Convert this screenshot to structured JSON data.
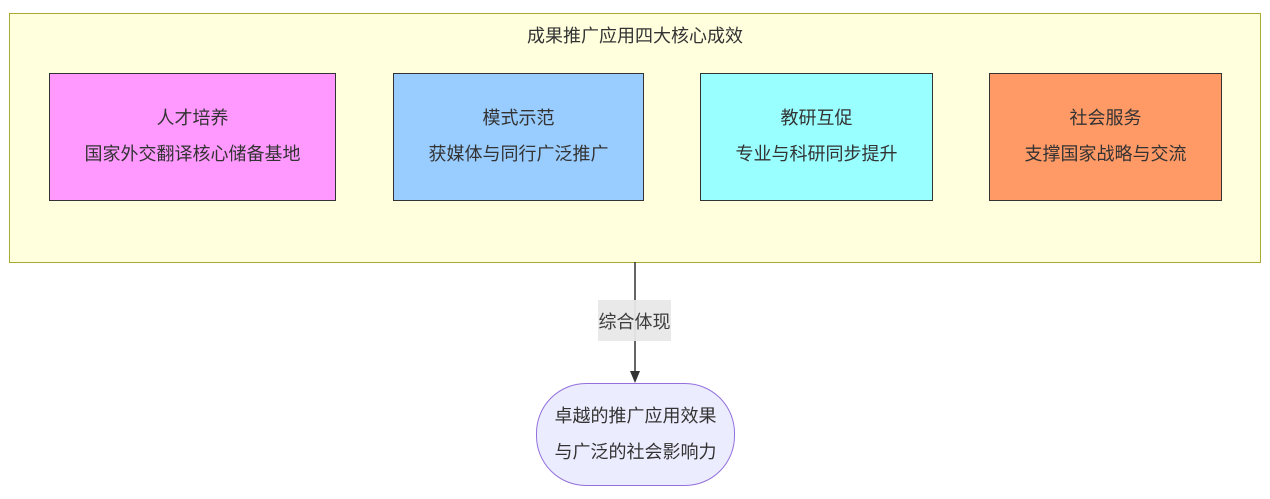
{
  "cluster": {
    "title": "成果推广应用四大核心成效"
  },
  "nodes": [
    {
      "title": "人才培养",
      "subtitle": "国家外交翻译核心储备基地",
      "color": "#ff99ff"
    },
    {
      "title": "模式示范",
      "subtitle": "获媒体与同行广泛推广",
      "color": "#99ccff"
    },
    {
      "title": "教研互促",
      "subtitle": "专业与科研同步提升",
      "color": "#99ffff"
    },
    {
      "title": "社会服务",
      "subtitle": "支撑国家战略与交流",
      "color": "#ff9966"
    }
  ],
  "edge": {
    "label": "综合体现"
  },
  "result": {
    "line1": "卓越的推广应用效果",
    "line2": "与广泛的社会影响力"
  }
}
